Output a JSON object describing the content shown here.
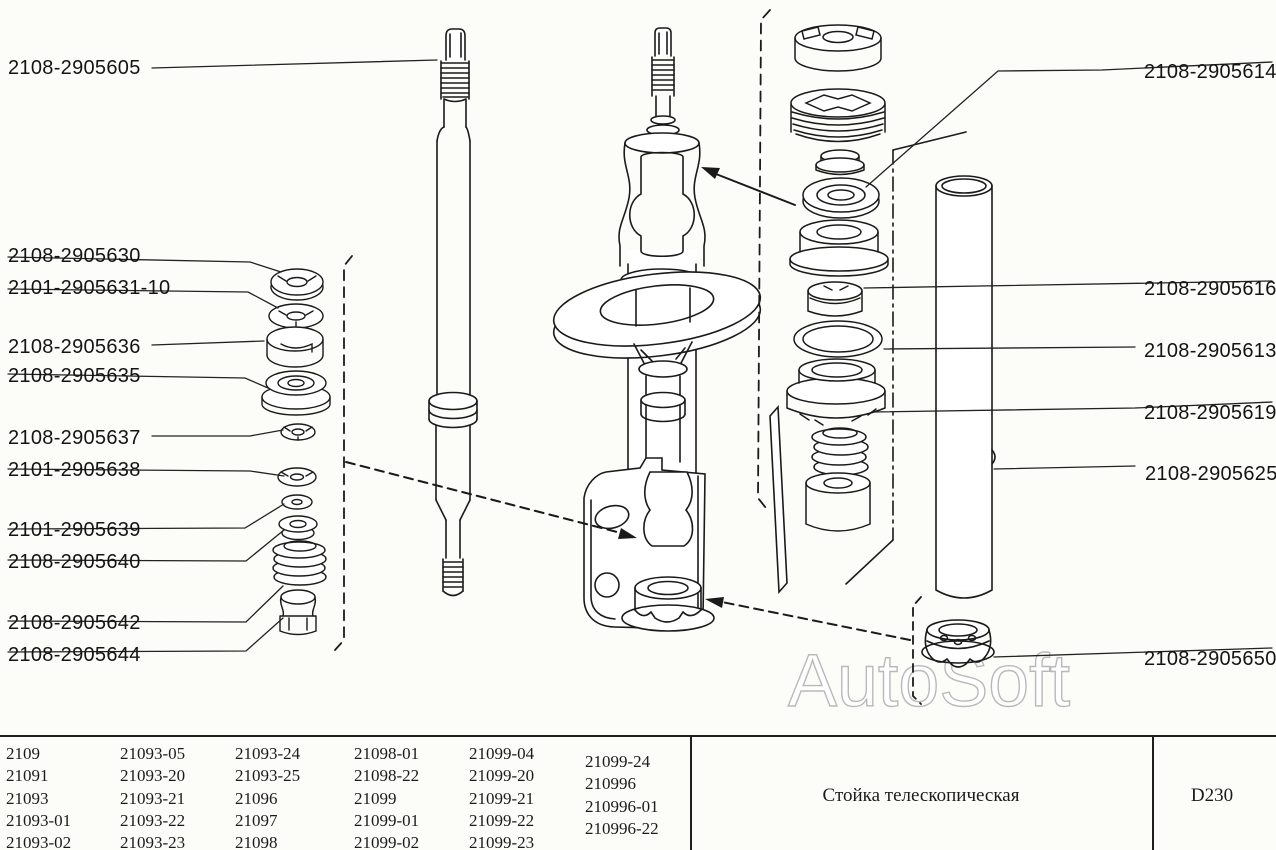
{
  "drawing": {
    "watermark": "AutoSoft",
    "callouts_left": [
      "2108-2905605",
      "2108-2905630",
      "2101-2905631-10",
      "2108-2905636",
      "2108-2905635",
      "2108-2905637",
      "2101-2905638",
      "2101-2905639",
      "2108-2905640",
      "2108-2905642",
      "2108-2905644"
    ],
    "callouts_right": [
      "2108-2905614",
      "2108-2905616",
      "2108-2905613",
      "2108-2905619",
      "2108-2905625",
      "2108-2905650"
    ]
  },
  "parts_table": {
    "model_columns": [
      [
        "2109",
        "21091",
        "21093",
        "21093-01",
        "21093-02"
      ],
      [
        "21093-05",
        "21093-20",
        "21093-21",
        "21093-22",
        "21093-23"
      ],
      [
        "21093-24",
        "21093-25",
        "21096",
        "21097",
        "21098"
      ],
      [
        "21098-01",
        "21098-22",
        "21099",
        "21099-01",
        "21099-02"
      ],
      [
        "21099-04",
        "21099-20",
        "21099-21",
        "21099-22",
        "21099-23"
      ],
      [
        "21099-24",
        "210996",
        "210996-01",
        "210996-22"
      ]
    ],
    "part_name": "Стойка телескопическая",
    "sheet_code": "D230"
  }
}
